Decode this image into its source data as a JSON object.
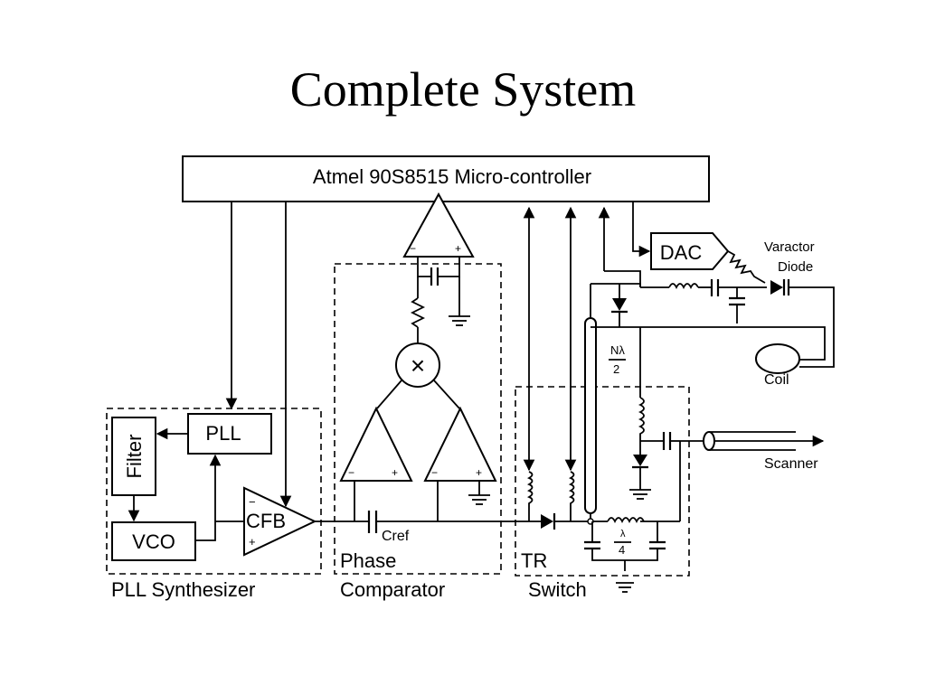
{
  "slide": {
    "title": "Complete System"
  },
  "diagram": {
    "microcontroller_label": "Atmel 90S8515 Micro-controller",
    "pll_label": "PLL",
    "filter_label": "Filter",
    "vco_label": "VCO",
    "cfb_label": "CFB",
    "cref_label": "Cref",
    "dac_label": "DAC",
    "varactor_line1": "Varactor",
    "varactor_line2": "Diode",
    "coil_label": "Coil",
    "scanner_label": "Scanner",
    "n_lambda": "Nλ",
    "n_lambda_den": "2",
    "quarter_lambda_num": "λ",
    "quarter_lambda_den": "4",
    "multiplier_symbol": "×",
    "minus_sign": "−",
    "plus_sign": "+",
    "groups": {
      "pll_synth": "PLL Synthesizer",
      "phase_line1": "Phase",
      "phase_line2": "Comparator",
      "tr_line1": "TR",
      "tr_line2": "Switch"
    }
  }
}
